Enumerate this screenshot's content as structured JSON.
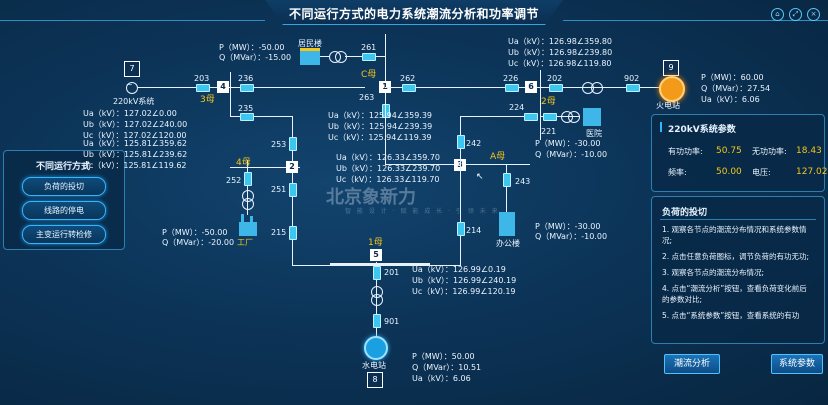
{
  "header": {
    "title": "不同运行方式的电力系统潮流分析和功率调节"
  },
  "left_panel": {
    "title": "不同运行方式",
    "modes": [
      "负荷的投切",
      "线路的停电",
      "主变运行转检修"
    ]
  },
  "param_panel": {
    "title": "220kV系统参数",
    "active_label": "有功功率:",
    "active_value": "50.75",
    "reactive_label": "无功功率:",
    "reactive_value": "18.43",
    "freq_label": "频率:",
    "freq_value": "50.00",
    "volt_label": "电压:",
    "volt_value": "127.02"
  },
  "instr_panel": {
    "title": "负荷的投切",
    "steps": [
      "1. 观察各节点的潮流分布情况和系统参数情况;",
      "2. 点击任意负荷图标，调节负荷的有功无功;",
      "3. 观察各节点的潮流分布情况;",
      "4. 点击“潮流分析”按钮，查看负荷变化前后的参数对比;",
      "5. 点击“系统参数”按钮，查看系统的有功"
    ],
    "btn_flow": "潮流分析",
    "btn_sys": "系统参数"
  },
  "watermark": {
    "logo": "北京象新力",
    "sub": "智 能 设 计 · 赋 能 成 长 · 引 领 未 来"
  },
  "schematic": {
    "nodes": {
      "n1": "1",
      "n2": "2",
      "n3": "3",
      "n4": "4",
      "n5": "5",
      "n6": "6",
      "n7": "7",
      "n8": "8",
      "n9": "9"
    },
    "buses": {
      "c": "C母",
      "b3": "3母",
      "a": "A母",
      "b2": "2母",
      "m1": "1母",
      "b4": "4母"
    },
    "lines": {
      "l201": "201",
      "l202": "202",
      "l203": "203",
      "l214": "214",
      "l215": "215",
      "l221": "221",
      "l224": "224",
      "l226": "226",
      "l235": "235",
      "l236": "236",
      "l242": "242",
      "l243": "243",
      "l251": "251",
      "l252": "252",
      "l253": "253",
      "l261": "261",
      "l262": "262",
      "l263": "263",
      "l901": "901",
      "l902": "902"
    },
    "names": {
      "sys220": "220kV系统",
      "resident": "居民楼",
      "fire": "火电站",
      "hospital": "医院",
      "office": "办公楼",
      "factory": "工厂",
      "hydro": "水电站"
    },
    "labels": {
      "resident_p": "P（MW）：-50.00",
      "resident_q": "Q（MVar）：-15.00",
      "sys_ua": "Ua（kV）：127.02∠0.00",
      "sys_ub": "Ub（kV）：127.02∠240.00",
      "sys_uc": "Uc（kV）：127.02∠120.00",
      "n2_ua": "Ua（kV）：125.81∠359.62",
      "n2_ub": "Ub（kV）：125.81∠239.62",
      "n2_uc": "Uc（kV）：125.81∠119.62",
      "n1_ua": "Ua（kV）：125.94∠359.39",
      "n1_ub": "Ub（kV）：125.94∠239.39",
      "n1_uc": "Uc（kV）：125.94∠119.39",
      "n3_ua": "Ua（kV）：126.33∠359.70",
      "n3_ub": "Ub（kV）：126.33∠239.70",
      "n3_uc": "Uc（kV）：126.33∠119.70",
      "n6_ua": "Ua（kV）：126.98∠359.80",
      "n6_ub": "Ub（kV）：126.98∠239.80",
      "n6_uc": "Uc（kV）：126.98∠119.80",
      "fire_p": "P（MW）：60.00",
      "fire_q": "Q（MVar）：27.54",
      "fire_ua": "Ua（kV）：6.06",
      "hosp_p": "P（MW）：-30.00",
      "hosp_q": "Q（MVar）：-10.00",
      "office_p": "P（MW）：-30.00",
      "office_q": "Q（MVar）：-10.00",
      "factory_p": "P（MW）：-50.00",
      "factory_q": "Q（MVar）：-20.00",
      "n5_ua": "Ua（kV）：126.99∠0.19",
      "n5_ub": "Ub（kV）：126.99∠240.19",
      "n5_uc": "Uc（kV）：126.99∠120.19",
      "hydro_p": "P（MW）：50.00",
      "hydro_q": "Q（MVar）：10.51",
      "hydro_ua": "Ua（kV）：6.06"
    }
  },
  "colors": {
    "bg": "#0c3458",
    "accent": "#34b6ff",
    "bus_label": "#f5c518",
    "value": "#f5c518"
  }
}
